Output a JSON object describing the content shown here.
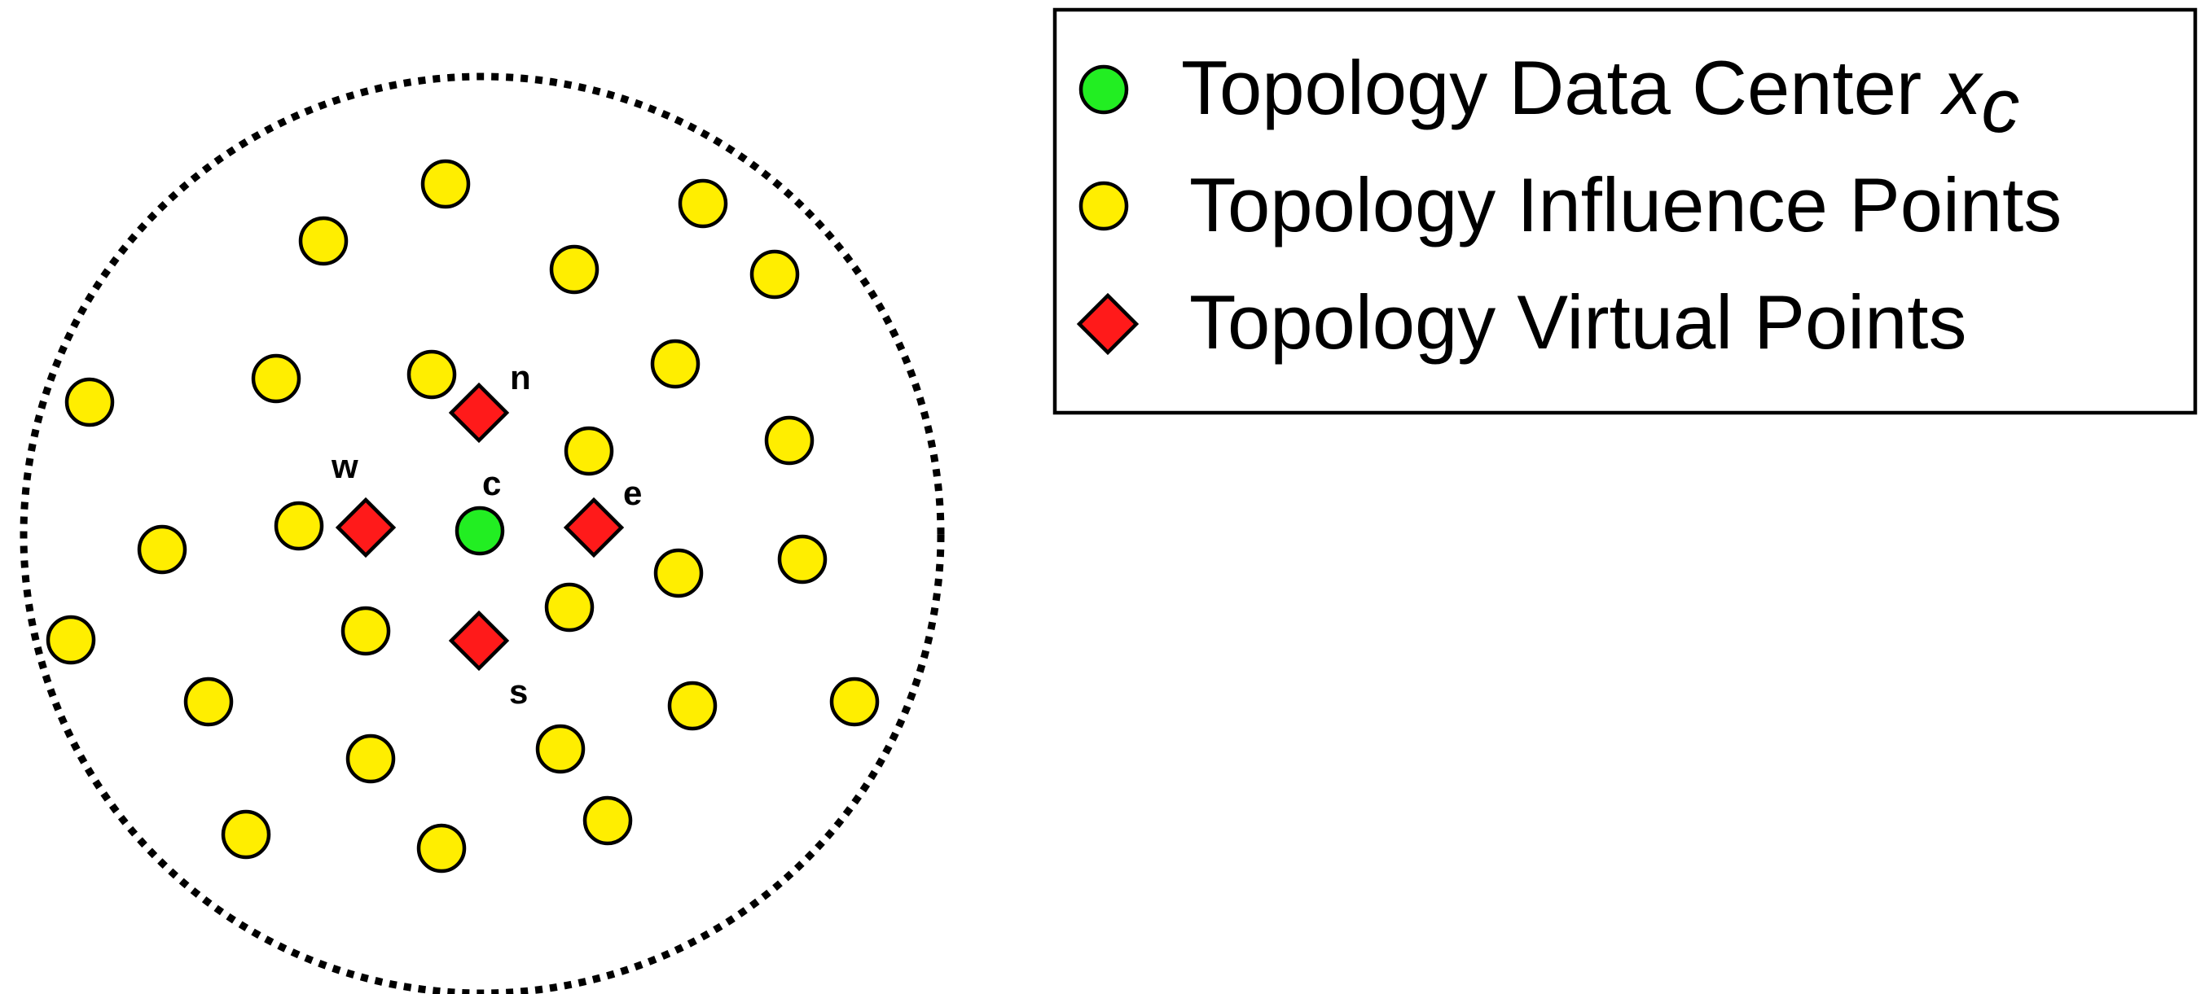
{
  "diagram": {
    "colors": {
      "center": "#22ee22",
      "influence": "#ffee00",
      "virtual": "#ff1a1a",
      "stroke": "#000000",
      "boundary": "#000000"
    },
    "icons": {
      "center": "green-circle-icon",
      "influence": "yellow-circle-icon",
      "virtual": "red-diamond-icon"
    },
    "labels": {
      "center": "c",
      "north": "n",
      "south": "s",
      "east": "e",
      "west": "w"
    },
    "legend": {
      "center_text": "Topology Data Center ",
      "center_var": "x",
      "center_sub": "c",
      "influence_text": "Topology Influence Points",
      "virtual_text": "Topology Virtual Points"
    }
  }
}
